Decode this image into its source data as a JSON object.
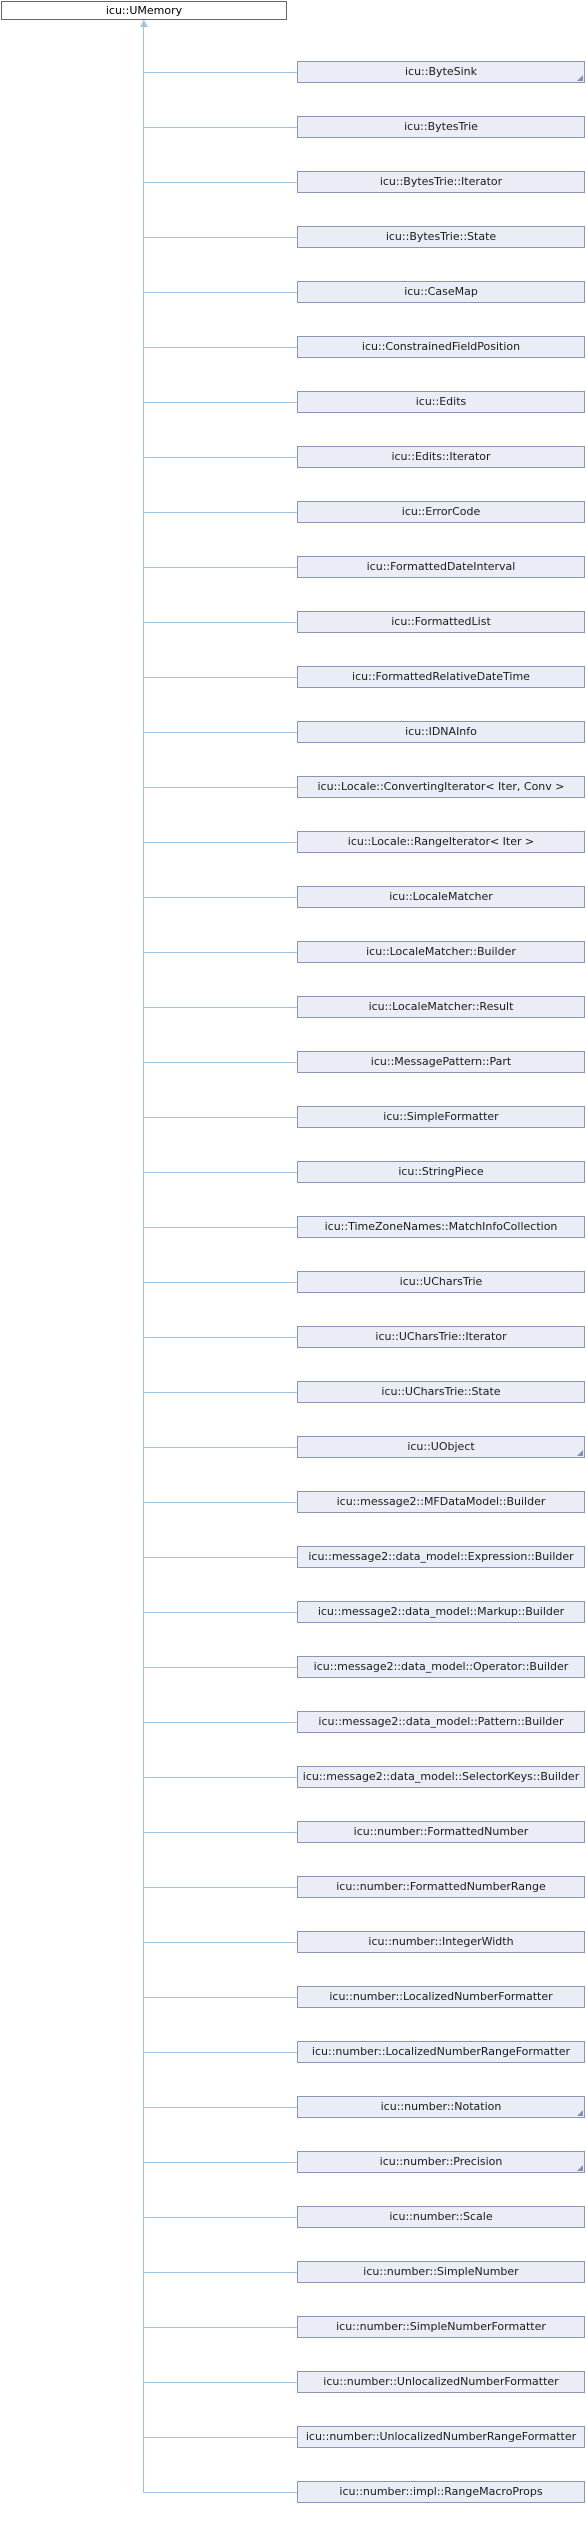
{
  "root": {
    "label": "icu::UMemory"
  },
  "colors": {
    "line": "#9fc3e3",
    "node_fill": "#eaedf6",
    "node_border": "#8a96b8",
    "root_border": "#666666"
  },
  "children": [
    {
      "label": "icu::ByteSink",
      "has_children": true
    },
    {
      "label": "icu::BytesTrie",
      "has_children": false
    },
    {
      "label": "icu::BytesTrie::Iterator",
      "has_children": false
    },
    {
      "label": "icu::BytesTrie::State",
      "has_children": false
    },
    {
      "label": "icu::CaseMap",
      "has_children": false
    },
    {
      "label": "icu::ConstrainedFieldPosition",
      "has_children": false
    },
    {
      "label": "icu::Edits",
      "has_children": false
    },
    {
      "label": "icu::Edits::Iterator",
      "has_children": false
    },
    {
      "label": "icu::ErrorCode",
      "has_children": false
    },
    {
      "label": "icu::FormattedDateInterval",
      "has_children": false
    },
    {
      "label": "icu::FormattedList",
      "has_children": false
    },
    {
      "label": "icu::FormattedRelativeDateTime",
      "has_children": false
    },
    {
      "label": "icu::IDNAInfo",
      "has_children": false
    },
    {
      "label": "icu::Locale::ConvertingIterator< Iter, Conv >",
      "has_children": false
    },
    {
      "label": "icu::Locale::RangeIterator< Iter >",
      "has_children": false
    },
    {
      "label": "icu::LocaleMatcher",
      "has_children": false
    },
    {
      "label": "icu::LocaleMatcher::Builder",
      "has_children": false
    },
    {
      "label": "icu::LocaleMatcher::Result",
      "has_children": false
    },
    {
      "label": "icu::MessagePattern::Part",
      "has_children": false
    },
    {
      "label": "icu::SimpleFormatter",
      "has_children": false
    },
    {
      "label": "icu::StringPiece",
      "has_children": false
    },
    {
      "label": "icu::TimeZoneNames::MatchInfoCollection",
      "has_children": false
    },
    {
      "label": "icu::UCharsTrie",
      "has_children": false
    },
    {
      "label": "icu::UCharsTrie::Iterator",
      "has_children": false
    },
    {
      "label": "icu::UCharsTrie::State",
      "has_children": false
    },
    {
      "label": "icu::UObject",
      "has_children": true
    },
    {
      "label": "icu::message2::MFDataModel::Builder",
      "has_children": false
    },
    {
      "label": "icu::message2::data_model::Expression::Builder",
      "has_children": false
    },
    {
      "label": "icu::message2::data_model::Markup::Builder",
      "has_children": false
    },
    {
      "label": "icu::message2::data_model::Operator::Builder",
      "has_children": false
    },
    {
      "label": "icu::message2::data_model::Pattern::Builder",
      "has_children": false
    },
    {
      "label": "icu::message2::data_model::SelectorKeys::Builder",
      "has_children": false
    },
    {
      "label": "icu::number::FormattedNumber",
      "has_children": false
    },
    {
      "label": "icu::number::FormattedNumberRange",
      "has_children": false
    },
    {
      "label": "icu::number::IntegerWidth",
      "has_children": false
    },
    {
      "label": "icu::number::LocalizedNumberFormatter",
      "has_children": false
    },
    {
      "label": "icu::number::LocalizedNumberRangeFormatter",
      "has_children": false
    },
    {
      "label": "icu::number::Notation",
      "has_children": true
    },
    {
      "label": "icu::number::Precision",
      "has_children": true
    },
    {
      "label": "icu::number::Scale",
      "has_children": false
    },
    {
      "label": "icu::number::SimpleNumber",
      "has_children": false
    },
    {
      "label": "icu::number::SimpleNumberFormatter",
      "has_children": false
    },
    {
      "label": "icu::number::UnlocalizedNumberFormatter",
      "has_children": false
    },
    {
      "label": "icu::number::UnlocalizedNumberRangeFormatter",
      "has_children": false
    },
    {
      "label": "icu::number::impl::RangeMacroProps",
      "has_children": false
    }
  ]
}
